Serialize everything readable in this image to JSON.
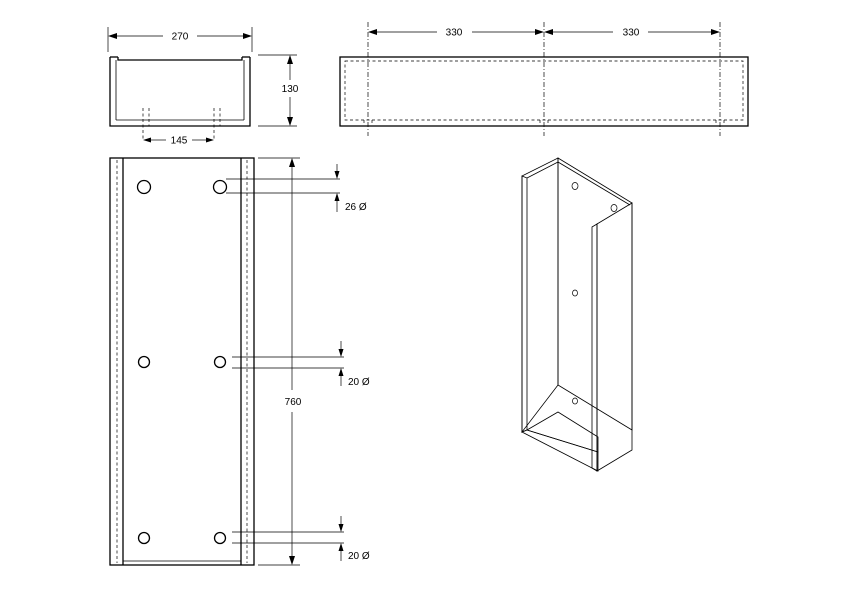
{
  "dimensions": {
    "top_width": "270",
    "side_height": "130",
    "hole_spacing": "145",
    "front_span_left": "330",
    "front_span_right": "330",
    "total_height": "760",
    "hole_top": "26 Ø",
    "hole_middle": "20 Ø",
    "hole_bottom": "20 Ø"
  },
  "colors": {
    "line": "#000000",
    "iso_light": "#c8c8c8",
    "iso_mid": "#a4a4a4",
    "iso_dark": "#8c8c8c",
    "iso_top": "#b8b8b8"
  }
}
